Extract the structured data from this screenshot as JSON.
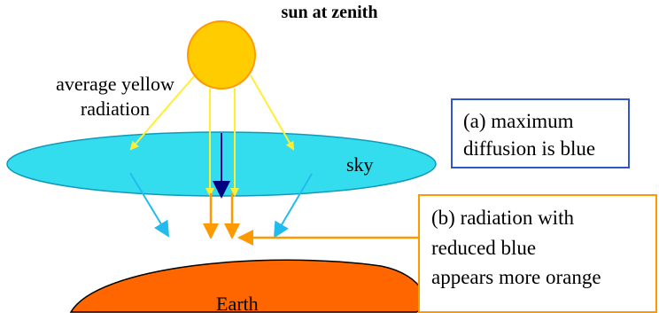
{
  "title": "sun at zenith",
  "labels": {
    "average_radiation_line1": "average yellow",
    "average_radiation_line2": "radiation",
    "sky": "sky",
    "earth": "Earth"
  },
  "box_a": {
    "line1": "(a) maximum",
    "line2": "diffusion is blue"
  },
  "box_b": {
    "line1": "(b) radiation with",
    "line2": "reduced blue",
    "line3": "appears more orange"
  },
  "colors": {
    "sun_fill": "#ffcc00",
    "sun_stroke": "#ff9900",
    "sky_fill": "#33ddee",
    "sky_stroke": "#1199bb",
    "earth_fill": "#ff6600",
    "earth_stroke": "#000000",
    "yellow_ray": "#ffee33",
    "blue_ray": "#22bbee",
    "navy_ray": "#000080",
    "orange_ray": "#ff9900",
    "box_a_border": "#3355cc",
    "box_b_border": "#ff9900"
  }
}
